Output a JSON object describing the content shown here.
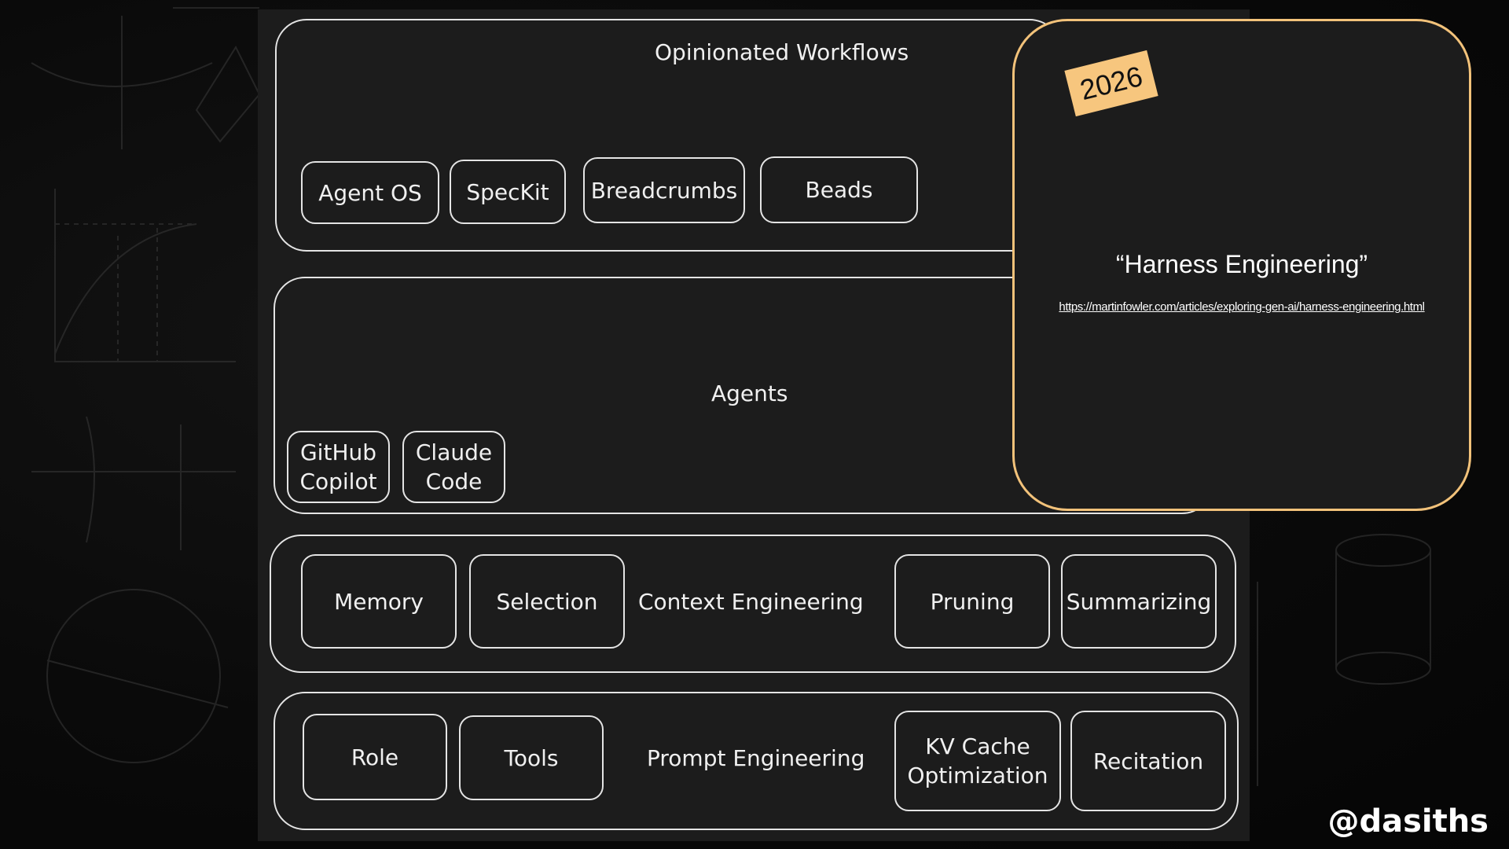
{
  "layers": {
    "workflows": {
      "title": "Opinionated Workflows",
      "items": [
        "Agent OS",
        "SpecKit",
        "Breadcrumbs",
        "Beads"
      ]
    },
    "agents": {
      "title": "Agents",
      "items": [
        "GitHub\nCopilot",
        "Claude\nCode"
      ]
    },
    "context": {
      "title": "Context Engineering",
      "items": [
        "Memory",
        "Selection",
        "Pruning",
        "Summarizing"
      ]
    },
    "prompt": {
      "title": "Prompt Engineering",
      "items": [
        "Role",
        "Tools",
        "KV Cache\nOptimization",
        "Recitation"
      ]
    }
  },
  "card": {
    "year": "2026",
    "title": "“Harness Engineering”",
    "link": "https://martinfowler.com/articles/exploring-gen-ai/harness-engineering.html"
  },
  "handle": "@dasiths",
  "colors": {
    "background": "#0a0a0a",
    "board": "#1c1c1c",
    "stroke": "#e4e4e4",
    "card_border": "#f2c27a",
    "tag": "#f7c67e"
  }
}
